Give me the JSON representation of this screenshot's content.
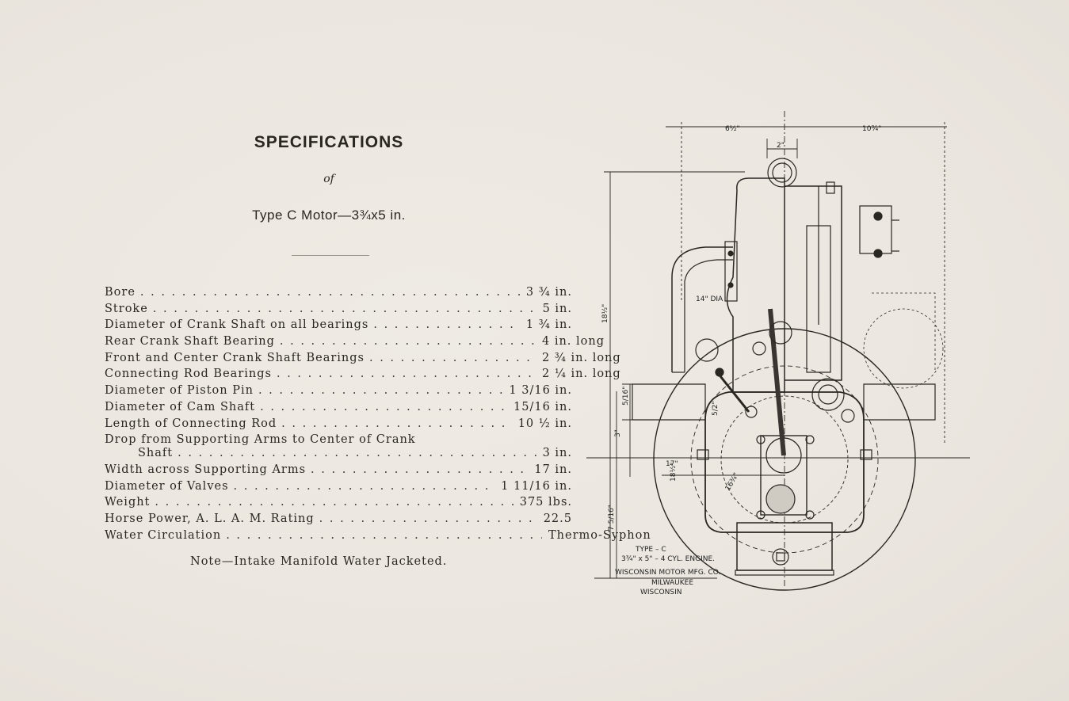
{
  "heading": {
    "title": "SPECIFICATIONS",
    "of": "of",
    "subtitle": "Type C Motor—3¾x5 in."
  },
  "specs": [
    {
      "label": "Bore",
      "value": "3 ¾ in."
    },
    {
      "label": "Stroke",
      "value": "5 in."
    },
    {
      "label": "Diameter of Crank Shaft on all bearings",
      "value": "1 ¾ in."
    },
    {
      "label": "Rear Crank Shaft Bearing",
      "value": "4 in. long"
    },
    {
      "label": "Front and Center Crank Shaft Bearings",
      "value": "2 ¾ in. long"
    },
    {
      "label": "Connecting Rod Bearings",
      "value": "2 ¼ in. long"
    },
    {
      "label": "Diameter of Piston Pin",
      "value": "1 3/16 in."
    },
    {
      "label": "Diameter of Cam Shaft",
      "value": "15/16 in."
    },
    {
      "label": "Length of Connecting Rod",
      "value": "10 ½ in."
    },
    {
      "label": "Drop from Supporting Arms to Center of Crank",
      "continuation": "Shaft",
      "value": "3 in."
    },
    {
      "label": "Width across Supporting Arms",
      "value": "17 in."
    },
    {
      "label": "Diameter of Valves",
      "value": "1 11/16 in."
    },
    {
      "label": "Weight",
      "value": "375 lbs."
    },
    {
      "label": "Horse Power, A. L. A. M. Rating",
      "value": "22.5"
    },
    {
      "label": "Water Circulation",
      "value": "Thermo-Syphon"
    }
  ],
  "note": "Note—Intake Manifold Water Jacketed.",
  "drawing": {
    "dims": {
      "top_left": "6½\"",
      "top_right": "10¾\"",
      "top_small": "2\"",
      "left_tall": "18½\"",
      "left_bottom": "7 5/16\"",
      "left_small": "5/16\"",
      "left_mid": "3\"",
      "bore_dia": "14\" DIA",
      "stroke_mark": "5/2\"",
      "width_17": "17\"",
      "half_width": "18½\"",
      "circle": "16¾\""
    },
    "caption": [
      "TYPE – C",
      "3¾\" x 5\" – 4 CYL. ENGINE.",
      "WISCONSIN MOTOR MFG. CO.",
      "MILWAUKEE",
      "WISCONSIN"
    ]
  }
}
